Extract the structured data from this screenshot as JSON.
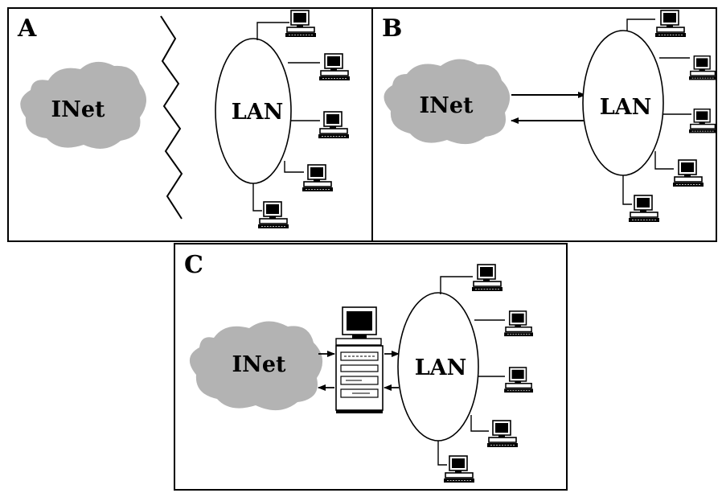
{
  "panels": {
    "a": {
      "label": "A",
      "cloud_text": "INet",
      "lan_text": "LAN"
    },
    "b": {
      "label": "B",
      "cloud_text": "INet",
      "lan_text": "LAN"
    },
    "c": {
      "label": "C",
      "cloud_text": "INet",
      "lan_text": "LAN"
    }
  },
  "icons": {
    "cloud": "cloud-icon",
    "computer": "computer-icon",
    "firewall_server": "server-icon",
    "wall": "zigzag-wall-icon"
  },
  "colors": {
    "cloud_fill": "#b3b3b3",
    "line": "#000000",
    "background": "#ffffff"
  }
}
